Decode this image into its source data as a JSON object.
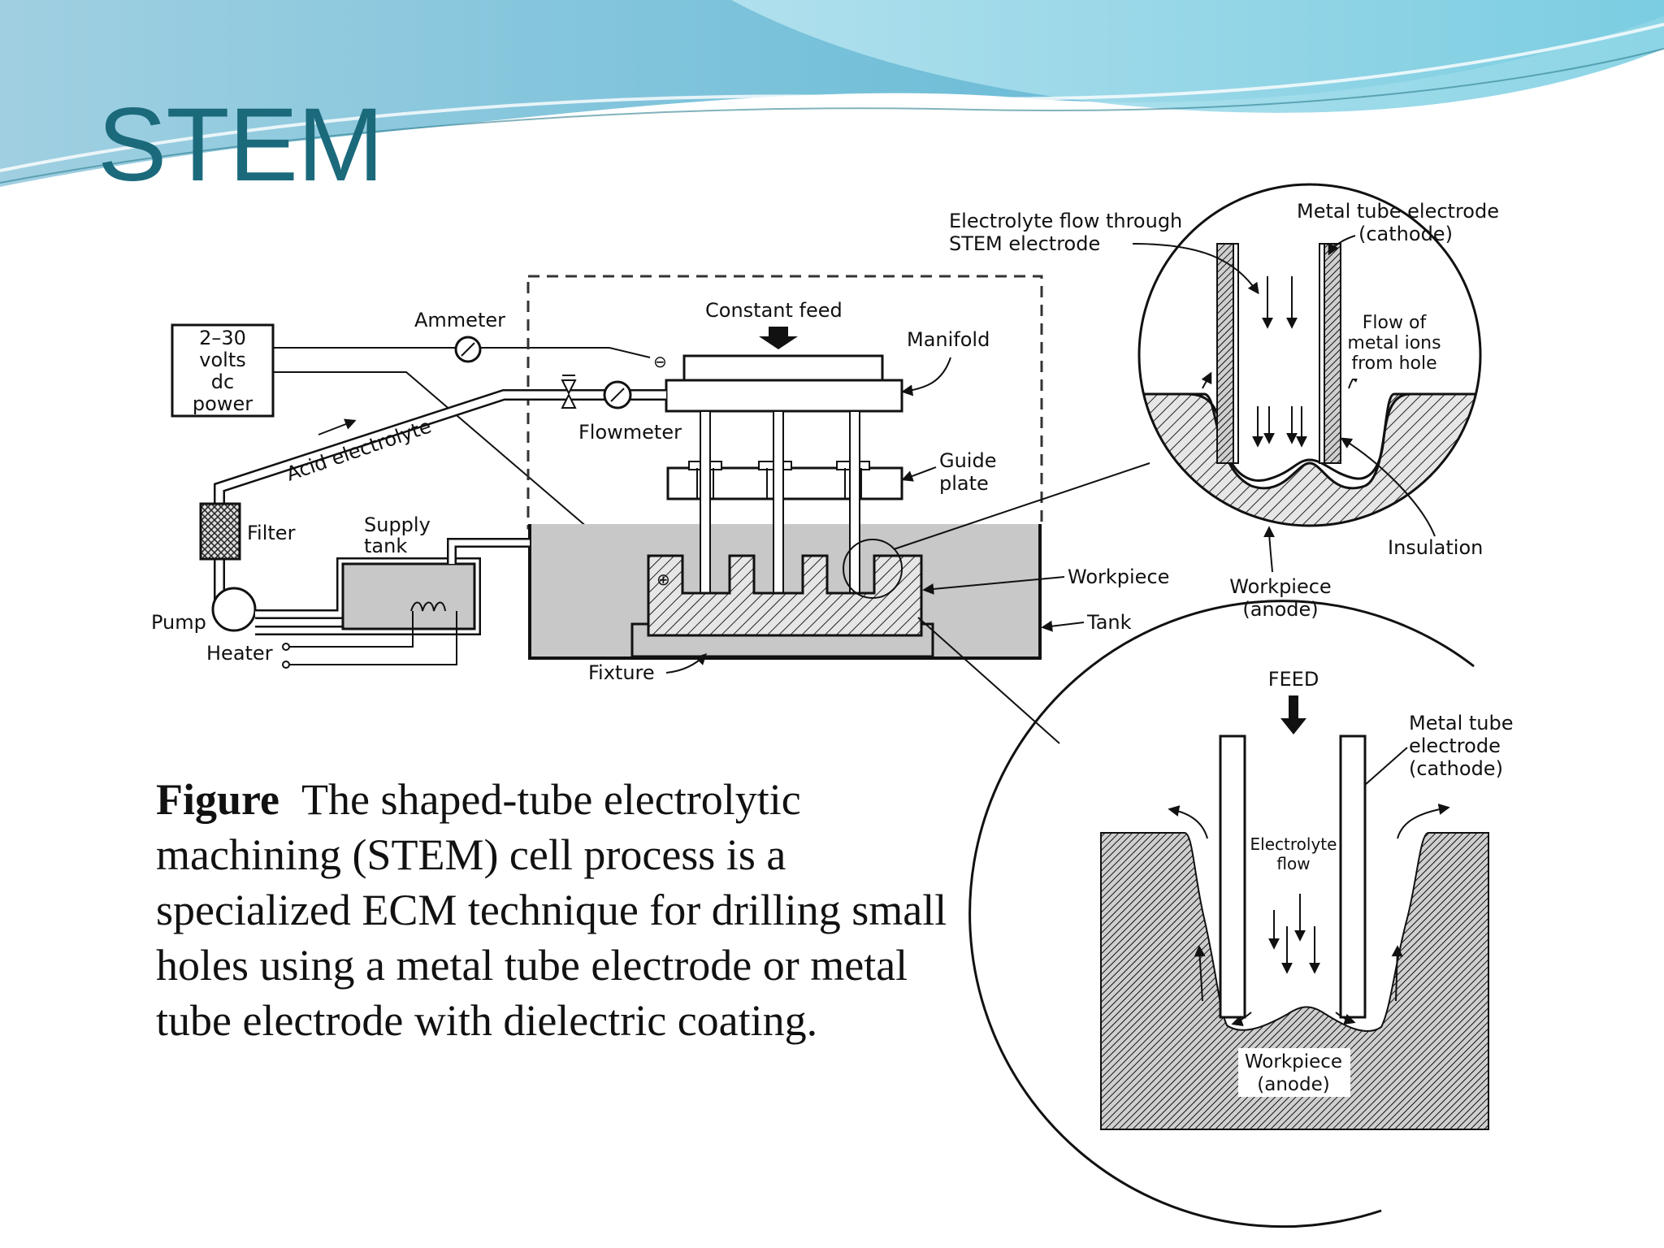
{
  "slide": {
    "title": "STEM",
    "caption_lead": "Figure",
    "caption_text": "The shaped-tube electrolytic machining (STEM) cell process is a specialized ECM technique for drilling small holes using a metal tube electrode or metal tube electrode with dielectric coating."
  },
  "diagram": {
    "power_line1": "2–30",
    "power_line2": "volts",
    "power_line3": "dc",
    "power_line4": "power",
    "ammeter": "Ammeter",
    "constant_feed": "Constant feed",
    "manifold": "Manifold",
    "flowmeter": "Flowmeter",
    "acid_electrolyte": "Acid electrolyte",
    "guide_plate_1": "Guide",
    "guide_plate_2": "plate",
    "filter": "Filter",
    "supply_tank_1": "Supply",
    "supply_tank_2": "tank",
    "pump": "Pump",
    "heater": "Heater",
    "fixture": "Fixture",
    "workpiece": "Workpiece",
    "tank": "Tank",
    "electrolyte_flow_1": "Electrolyte flow through",
    "electrolyte_flow_2": "STEM electrode",
    "metal_tube_electrode_1": "Metal tube electrode",
    "metal_tube_electrode_2": "(cathode)",
    "flow_ions_1": "Flow of",
    "flow_ions_2": "metal ions",
    "flow_ions_3": "from hole",
    "insulation": "Insulation",
    "workpiece_anode_1": "Workpiece",
    "workpiece_anode_2": "(anode)",
    "feed": "FEED",
    "metal_tube_1": "Metal tube",
    "metal_tube_2": "electrode",
    "metal_tube_3": "(cathode)",
    "electrolyte_1": "Electrolyte",
    "electrolyte_2": "flow",
    "workpiece_anode_b1": "Workpiece",
    "workpiece_anode_b2": "(anode)"
  }
}
